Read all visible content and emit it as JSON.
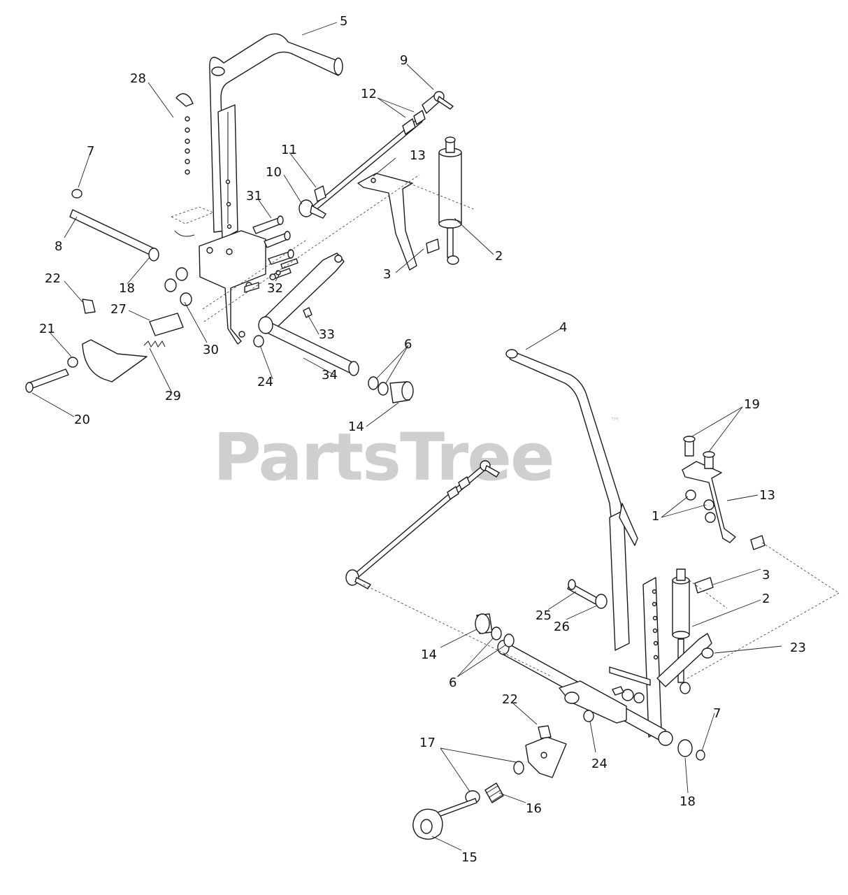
{
  "watermark": {
    "text": "PartsTree",
    "mark": "™"
  },
  "callouts": {
    "c5": "5",
    "c28": "28",
    "c9": "9",
    "c12": "12",
    "c7a": "7",
    "c11": "11",
    "c13a": "13",
    "c10": "10",
    "c31": "31",
    "c8": "8",
    "c2a": "2",
    "c3a": "3",
    "c22a": "22",
    "c18a": "18",
    "c32": "32",
    "c27": "27",
    "c30": "30",
    "c33": "33",
    "c21": "21",
    "c24a": "24",
    "c34": "34",
    "c6a": "6",
    "c29": "29",
    "c20": "20",
    "c14a": "14",
    "c4": "4",
    "c19": "19",
    "c13b": "13",
    "c1": "1",
    "c3b": "3",
    "c2b": "2",
    "c25": "25",
    "c26": "26",
    "c23": "23",
    "c14b": "14",
    "c6b": "6",
    "c22b": "22",
    "c7b": "7",
    "c17": "17",
    "c24b": "24",
    "c18b": "18",
    "c16": "16",
    "c15": "15"
  }
}
